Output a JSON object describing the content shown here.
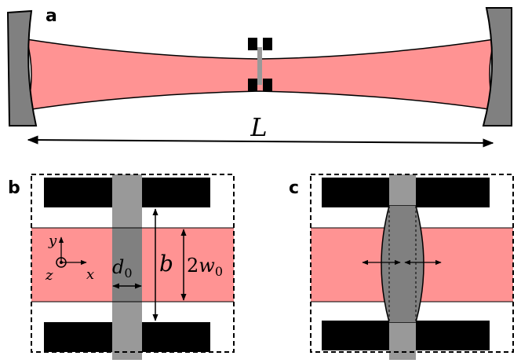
{
  "panels": {
    "a": {
      "label": "a",
      "length_symbol": "L"
    },
    "b": {
      "label": "b",
      "axes": {
        "y": "y",
        "x": "x",
        "z": "z"
      },
      "d_symbol": "d",
      "d_subscript": "0",
      "b_symbol": "b",
      "w_prefix": "2",
      "w_symbol": "w",
      "w_subscript": "0"
    },
    "c": {
      "label": "c"
    }
  },
  "colors": {
    "beam": "#ff9393",
    "mirror": "#808080",
    "membrane": "#999999",
    "membrane_dark": "#808080",
    "electrode": "#000000"
  }
}
